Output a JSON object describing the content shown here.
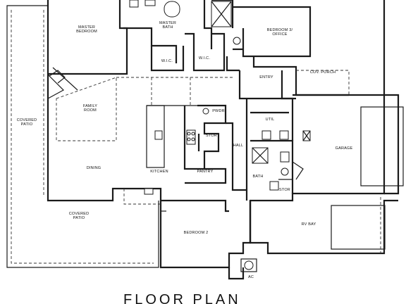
{
  "plan": {
    "title": "FLOOR PLAN",
    "rooms": {
      "master_bedroom": [
        "MASTER",
        "BEDROOM"
      ],
      "master_bath": [
        "MASTER",
        "BATH"
      ],
      "wic_left": [
        "W.I.C."
      ],
      "wic_right": [
        "W.I.C."
      ],
      "bedroom3": [
        "BEDROOM 3/",
        "OFFICE"
      ],
      "entry": [
        "ENTRY"
      ],
      "cov_porch": [
        "COV. PORCH"
      ],
      "covered_patio_left": [
        "COVERED",
        "PATIO"
      ],
      "family_room": [
        "FAMILY",
        "ROOM"
      ],
      "pwdr": [
        "PWDR"
      ],
      "util": [
        "UTIL"
      ],
      "stor_top": [
        "STOR"
      ],
      "hall": [
        "HALL"
      ],
      "garage": [
        "GARAGE"
      ],
      "dining": [
        "DINING"
      ],
      "kitchen": [
        "KITCHEN"
      ],
      "pantry": [
        "PANTRY"
      ],
      "bath": [
        "BATH"
      ],
      "stor_bottom": [
        "STOR"
      ],
      "covered_patio_bottom": [
        "COVERED",
        "PATIO"
      ],
      "bedroom2": [
        "BEDROOM 2"
      ],
      "rv_bay": [
        "RV BAY"
      ],
      "ac": [
        "AC"
      ]
    }
  }
}
